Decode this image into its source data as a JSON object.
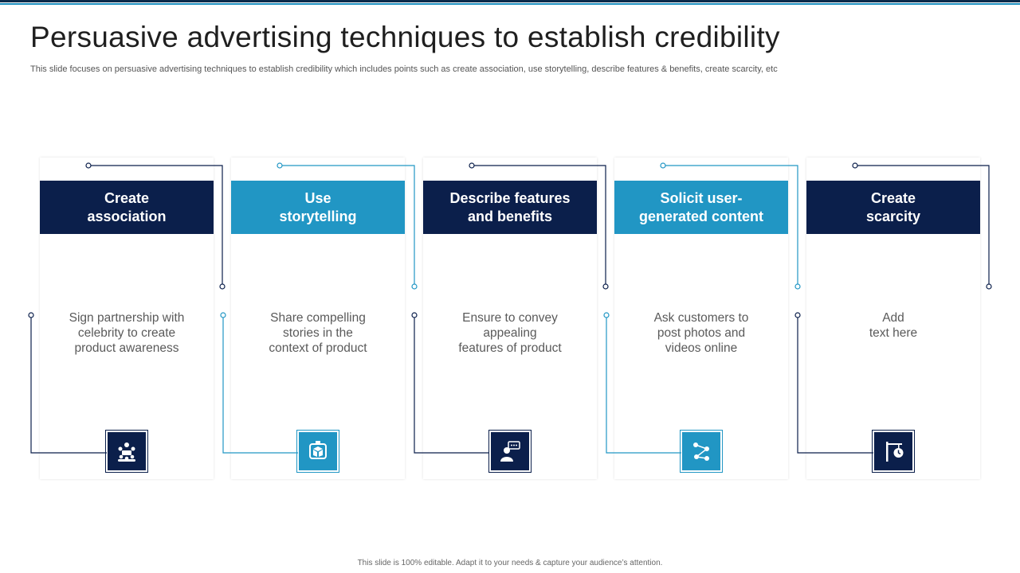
{
  "slide": {
    "title": "Persuasive advertising techniques to establish credibility",
    "subtitle": "This slide focuses on persuasive advertising techniques to establish credibility which includes points such as create association, use storytelling, describe features & benefits, create scarcity, etc",
    "footer": "This slide is 100% editable.  Adapt it to your needs & capture your audience’s attention."
  },
  "colors": {
    "dark": "#0b1f4b",
    "light": "#2196c4"
  },
  "cards": [
    {
      "title": "Create\nassociation",
      "body": "Sign partnership with\ncelebrity to create\nproduct awareness",
      "icon": "people-meeting-icon",
      "theme": "dark"
    },
    {
      "title": "Use\nstorytelling",
      "body": "Share compelling\nstories in the\ncontext  of product",
      "icon": "story-box-icon",
      "theme": "light"
    },
    {
      "title": "Describe features\nand benefits",
      "body": "Ensure to convey\nappealing\nfeatures of product",
      "icon": "presenter-icon",
      "theme": "dark"
    },
    {
      "title": "Solicit user-\ngenerated content",
      "body": "Ask customers to\npost photos and\nvideos online",
      "icon": "network-nodes-icon",
      "theme": "light"
    },
    {
      "title": "Create\nscarcity",
      "body": "Add\ntext here",
      "icon": "clock-sign-icon",
      "theme": "dark"
    }
  ]
}
